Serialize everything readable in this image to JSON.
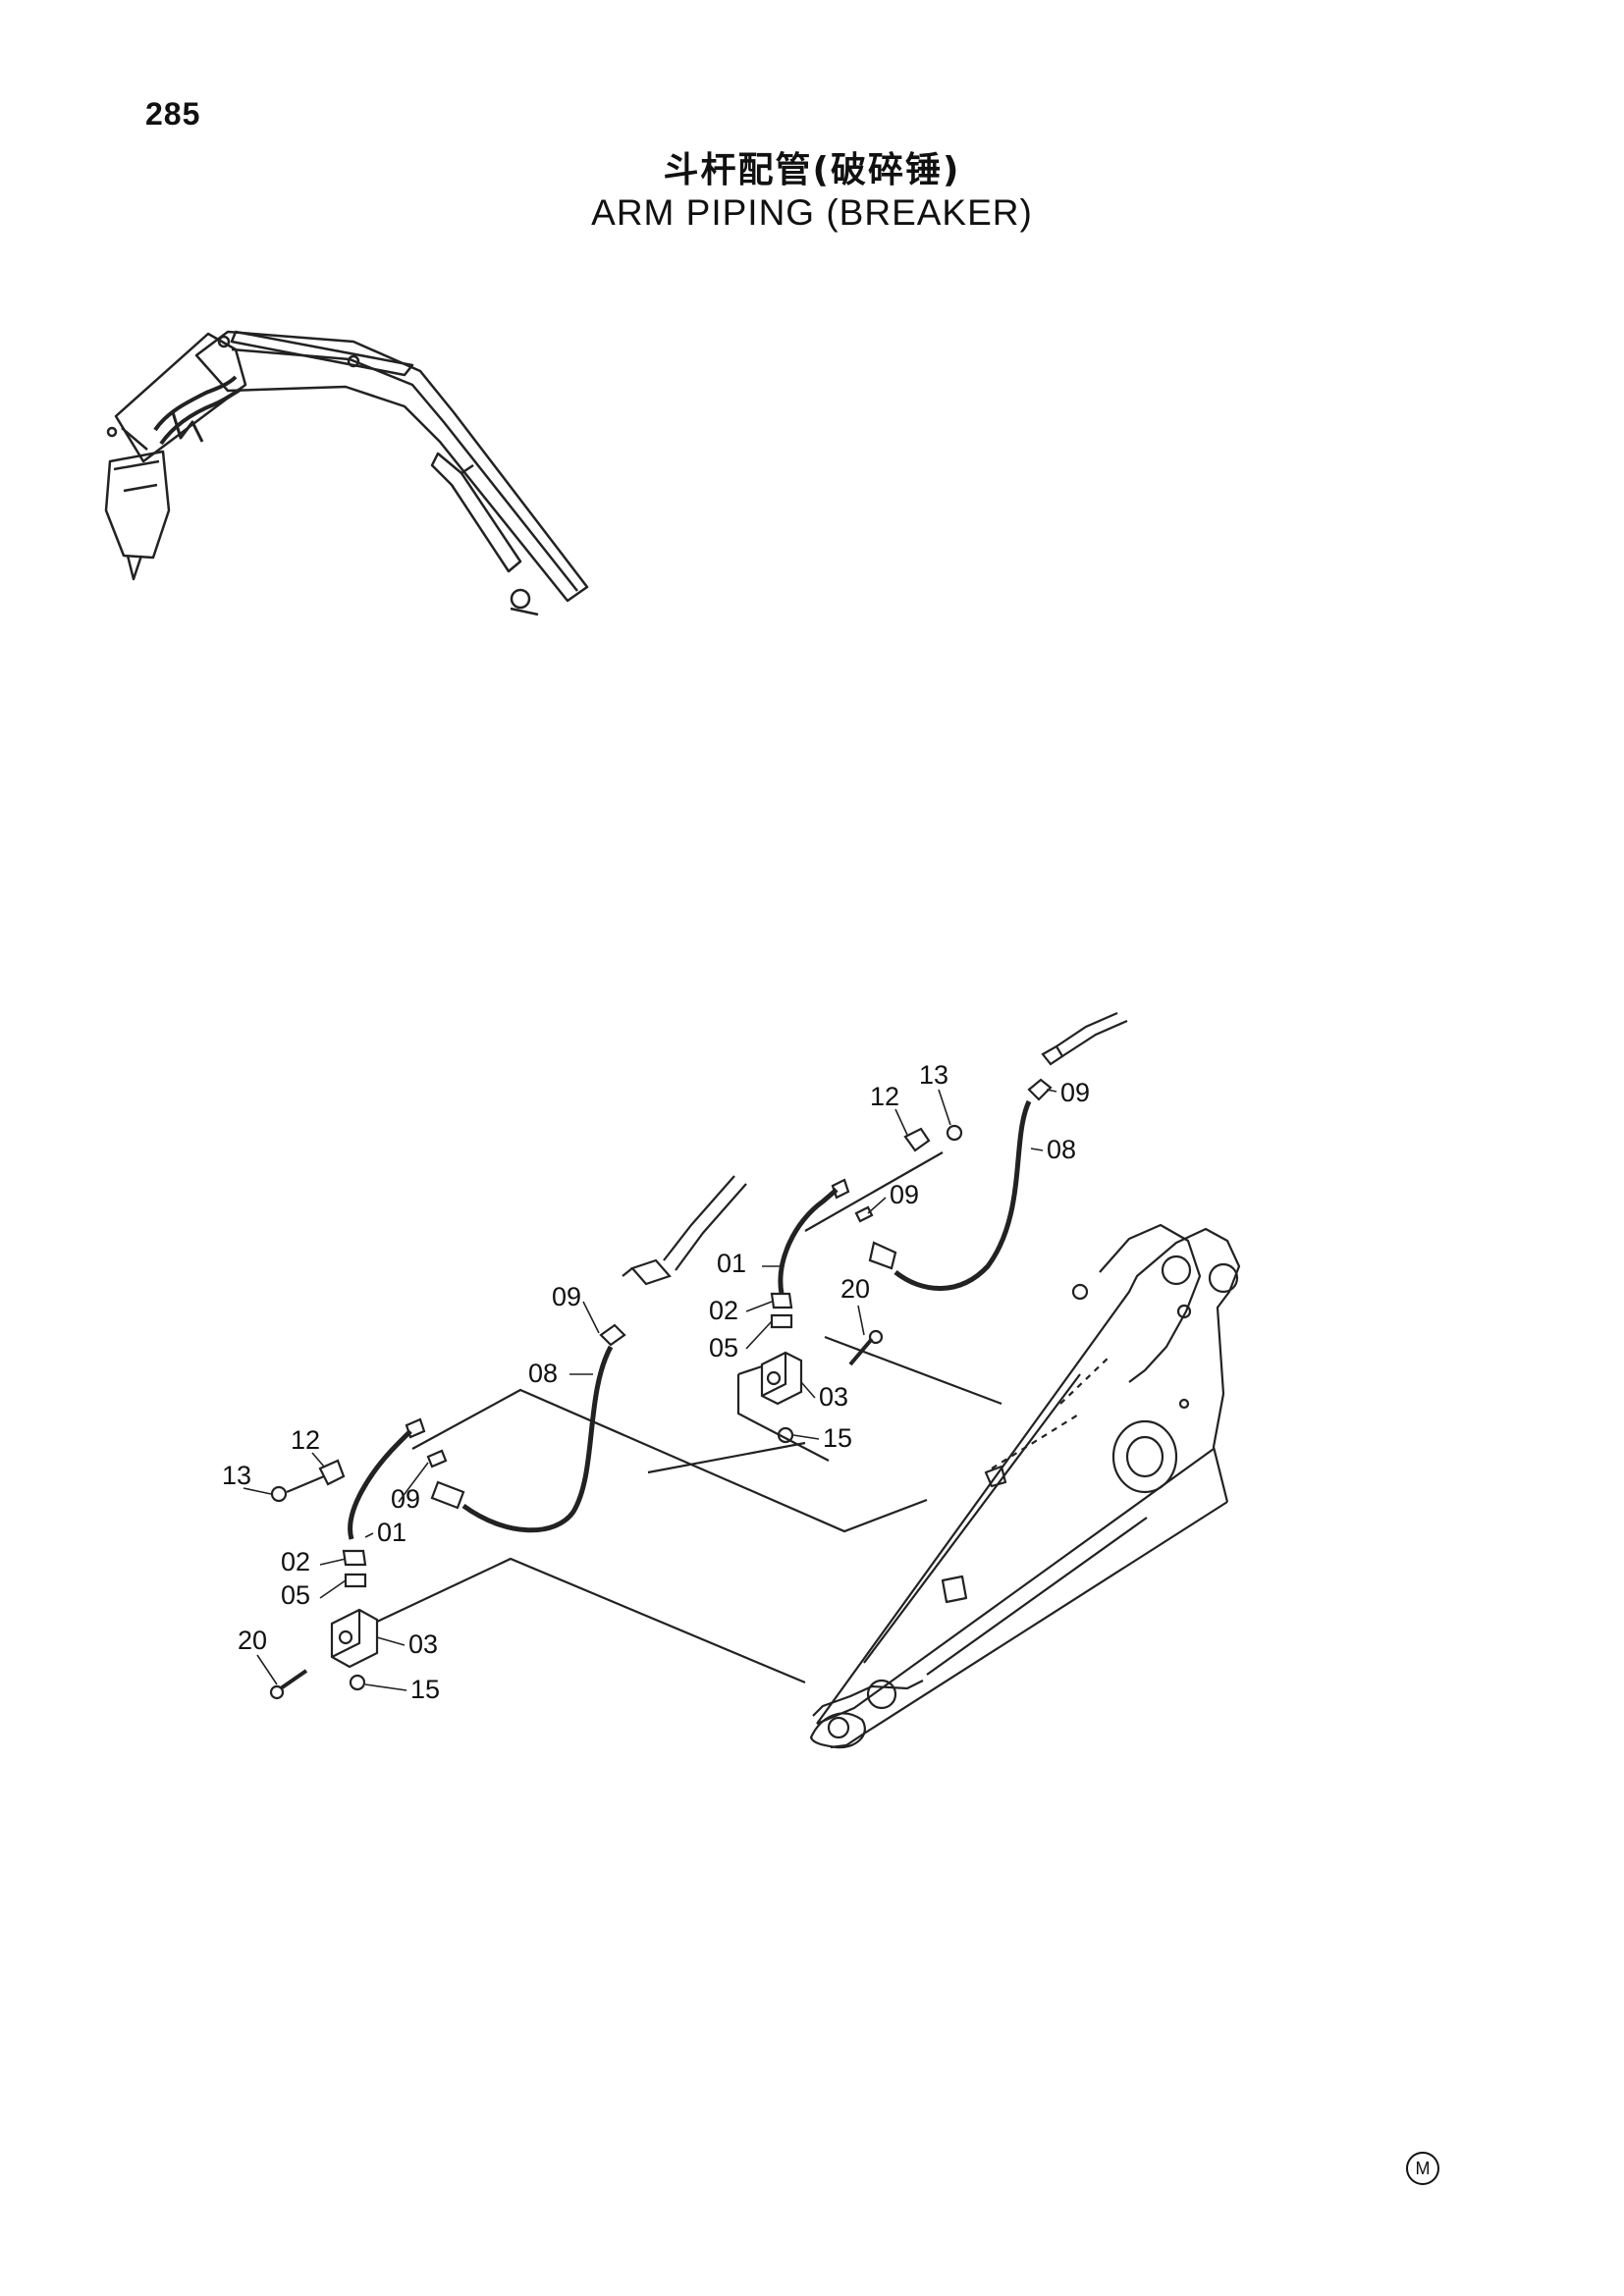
{
  "page_number": "285",
  "title_cn": "斗杆配管(破碎锤)",
  "title_en": "ARM PIPING (BREAKER)",
  "manual_mark": "M",
  "callouts": {
    "left_group": {
      "c12": "12",
      "c13": "13",
      "c09": "09",
      "c01": "01",
      "c02": "02",
      "c05": "05",
      "c20": "20",
      "c03": "03",
      "c15": "15",
      "c08": "08",
      "c09b": "09"
    },
    "right_group": {
      "c12": "12",
      "c13": "13",
      "c09": "09",
      "c08": "08",
      "c09b": "09",
      "c01": "01",
      "c20": "20",
      "c02": "02",
      "c05": "05",
      "c03": "03",
      "c15": "15"
    }
  }
}
